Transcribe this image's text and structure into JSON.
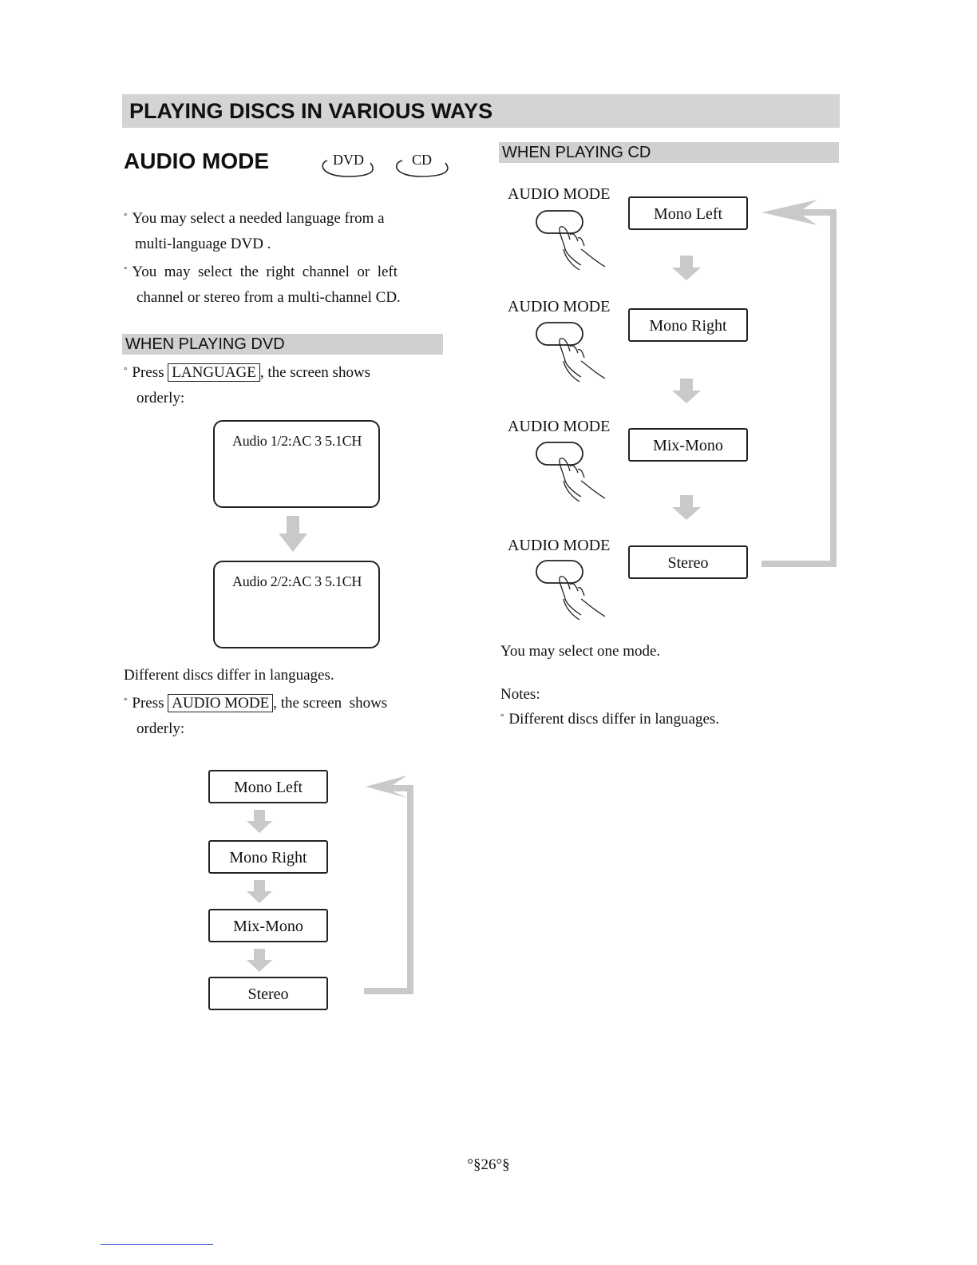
{
  "banner": {
    "title": "PLAYING DISCS IN VARIOUS WAYS"
  },
  "audio_mode": {
    "heading": "AUDIO MODE",
    "logos": [
      "DVD",
      "CD"
    ],
    "intro": [
      "You may select a needed language from a",
      "multi-language DVD .",
      "You  may  select  the  right  channel  or  left",
      "channel or stereo from a multi-channel CD."
    ]
  },
  "dvd": {
    "section_title": "WHEN PLAYING DVD",
    "press1": {
      "prefix": "Press",
      "button": "LANGUAGE",
      "suffix": ", the screen shows",
      "cont": "orderly:"
    },
    "screens": [
      "Audio 1/2:AC 3  5.1CH",
      "Audio 2/2:AC 3  5.1CH"
    ],
    "note": "Different discs differ in languages.",
    "press2": {
      "prefix": "Press",
      "button": "AUDIO MODE",
      "suffix": ", the screen  shows",
      "cont": "orderly:"
    },
    "modes": [
      "Mono Left",
      "Mono Right",
      "Mix-Mono",
      "Stereo"
    ]
  },
  "cd": {
    "section_title": "WHEN PLAYING CD",
    "button_label": "AUDIO MODE",
    "modes": [
      "Mono Left",
      "Mono Right",
      "Mix-Mono",
      "Stereo"
    ],
    "select_text": "You may select one mode.",
    "notes_heading": "Notes:",
    "notes": [
      "Different discs differ in languages."
    ]
  },
  "footer": {
    "page": "°§26°§"
  },
  "icons": {
    "press": "finger-press-icon",
    "down": "arrow-down-icon",
    "loop": "loop-back-arrow-icon",
    "bullet": "bullet-icon"
  },
  "colors": {
    "banner_bg": "#d4d4d4",
    "arrow_gray": "#c9c9c9"
  }
}
